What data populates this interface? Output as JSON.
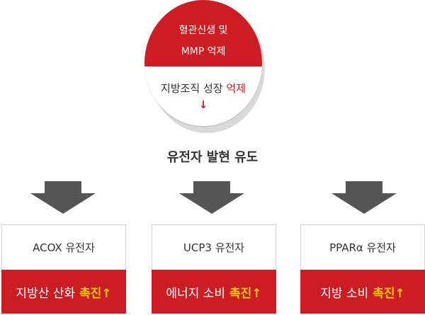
{
  "circle": {
    "top_line1": "혈관신생 및",
    "top_line2": "MMP 억제",
    "bottom_prefix": "지방조직 성장",
    "bottom_highlight": "억제",
    "bottom_arrow": "↓"
  },
  "heading": "유전자 발현 유도",
  "boxes": [
    {
      "label": "ACOX 유전자",
      "result": "지방산 산화",
      "highlight": "촉진↑"
    },
    {
      "label": "UCP3 유전자",
      "result": "에너지 소비",
      "highlight": "촉진↑"
    },
    {
      "label": "PPARα 유전자",
      "result": "지방 소비",
      "highlight": "촉진↑"
    }
  ],
  "colors": {
    "primary_red": "#cc1c24",
    "accent_yellow": "#ffcc00",
    "arrow_gray": "#555555"
  }
}
